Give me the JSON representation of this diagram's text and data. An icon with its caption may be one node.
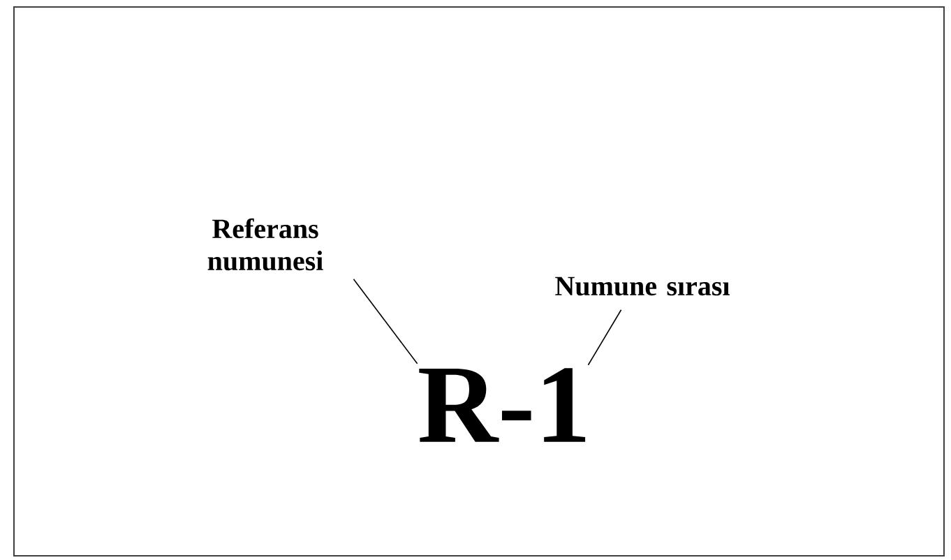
{
  "diagram": {
    "nodes": [
      {
        "text": [
          "Referans numunesi"
        ]
      },
      {
        "text": [
          "Numune sırası"
        ]
      },
      {
        "text": [
          "R-1"
        ]
      }
    ],
    "edges": [
      {
        "from": 0,
        "to": 2,
        "arrow": "none"
      },
      {
        "from": 1,
        "to": 2,
        "arrow": "none"
      }
    ]
  }
}
